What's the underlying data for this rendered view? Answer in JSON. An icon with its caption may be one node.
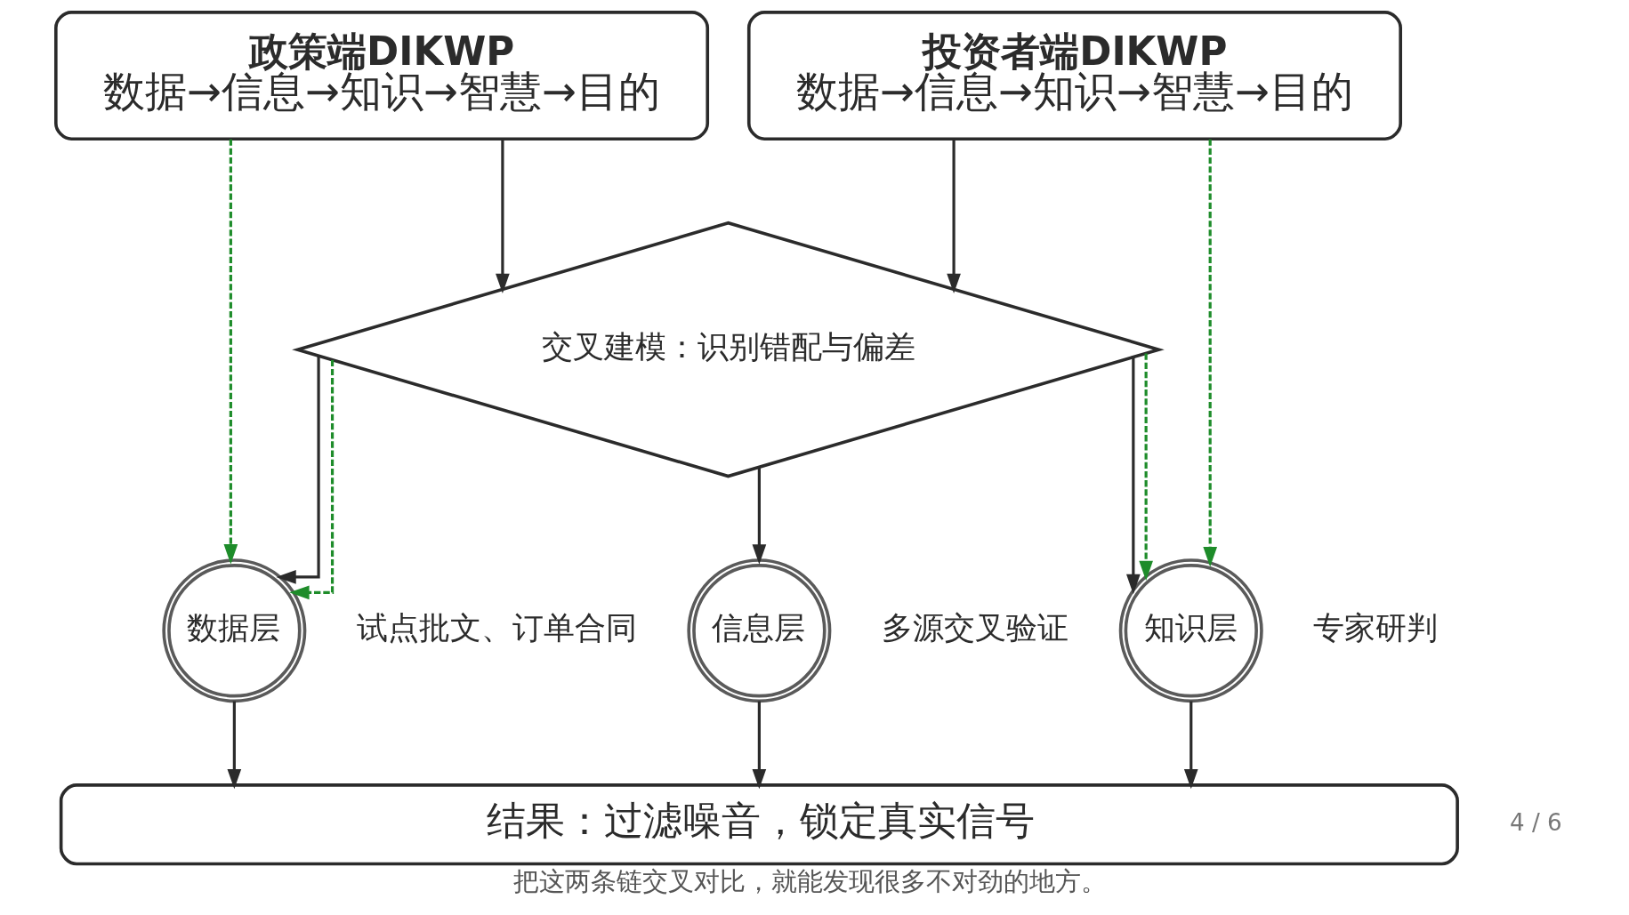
{
  "diagram": {
    "caption": "把这两条链交叉对比，就能发现很多不对劲的地方。",
    "nodes": [
      {
        "text": [
          "政策端DIKWP",
          "数据→信息→知识→智慧→目的"
        ]
      },
      {
        "text": [
          "投资者端DIKWP",
          "数据→信息→知识→智慧→目的"
        ]
      },
      {
        "text": [
          "交叉建模：识别错配与偏差"
        ]
      },
      {
        "text": [
          "数据层"
        ],
        "beside": [
          "试点批文、订单合同"
        ]
      },
      {
        "text": [
          "信息层"
        ],
        "beside": [
          "多源交叉验证"
        ]
      },
      {
        "text": [
          "知识层"
        ],
        "beside": [
          "专家研判"
        ]
      },
      {
        "text": [
          "结果：过滤噪音，锁定真实信号"
        ]
      }
    ],
    "edges": [
      {
        "from": 0,
        "to": 2,
        "arrow": "to"
      },
      {
        "from": 1,
        "to": 2,
        "arrow": "to"
      },
      {
        "from": 2,
        "to": 3,
        "arrow": "to"
      },
      {
        "from": 2,
        "to": 4,
        "arrow": "to"
      },
      {
        "from": 2,
        "to": 5,
        "arrow": "to"
      },
      {
        "from": 0,
        "to": 3,
        "arrow": "to",
        "style": "dashed",
        "color": "#1e8c2a"
      },
      {
        "from": 2,
        "to": 3,
        "arrow": "to",
        "style": "dashed",
        "color": "#1e8c2a"
      },
      {
        "from": 1,
        "to": 5,
        "arrow": "to",
        "style": "dashed",
        "color": "#1e8c2a"
      },
      {
        "from": 2,
        "to": 5,
        "arrow": "to",
        "style": "dashed",
        "color": "#1e8c2a"
      },
      {
        "from": 3,
        "to": 6,
        "arrow": "to"
      },
      {
        "from": 4,
        "to": 6,
        "arrow": "to"
      },
      {
        "from": 5,
        "to": 6,
        "arrow": "to"
      }
    ],
    "labels": [
      "4 / 6"
    ]
  }
}
